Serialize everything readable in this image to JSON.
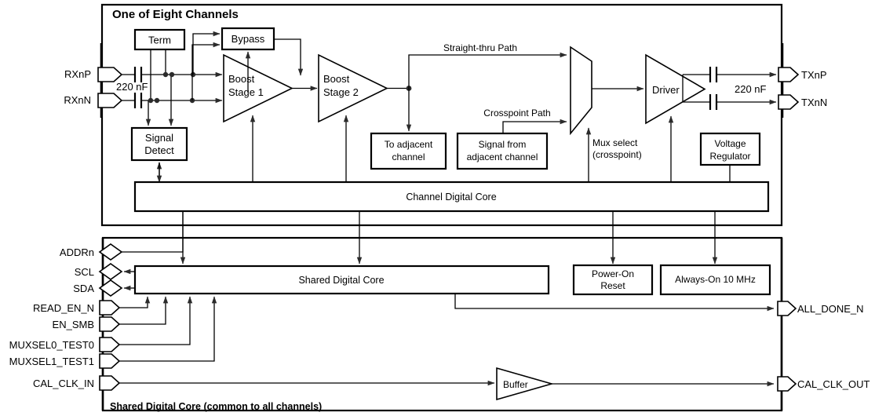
{
  "diagram": {
    "title": "One of Eight Channels",
    "subtitle": "Shared Digital Core (common to all channels)"
  },
  "channel": {
    "blocks": {
      "term": "Term",
      "bypass": "Bypass",
      "signal_detect_l1": "Signal",
      "signal_detect_l2": "Detect",
      "boost1_l1": "Boost",
      "boost1_l2": "Stage 1",
      "boost2_l1": "Boost",
      "boost2_l2": "Stage 2",
      "to_adjacent_l1": "To adjacent",
      "to_adjacent_l2": "channel",
      "signal_from_l1": "Signal from",
      "signal_from_l2": "adjacent channel",
      "driver": "Driver",
      "voltage_reg_l1": "Voltage",
      "voltage_reg_l2": "Regulator",
      "channel_digital_core": "Channel Digital Core"
    },
    "pins": {
      "rxnp": "RXnP",
      "rxnn": "RXnN",
      "txnp": "TXnP",
      "txnn": "TXnN"
    },
    "annotations": {
      "cap_in": "220 nF",
      "cap_out": "220 nF",
      "straight_thru": "Straight-thru Path",
      "crosspoint": "Crosspoint Path",
      "mux_select_l1": "Mux select",
      "mux_select_l2": "(crosspoint)"
    }
  },
  "shared": {
    "blocks": {
      "shared_digital_core": "Shared Digital Core",
      "power_on_reset_l1": "Power-On",
      "power_on_reset_l2": "Reset",
      "always_on": "Always-On 10 MHz",
      "buffer": "Buffer"
    },
    "pins_left": [
      {
        "label": "ADDRn",
        "type": "bidir"
      },
      {
        "label": "SCL",
        "type": "bidir"
      },
      {
        "label": "SDA",
        "type": "bidir"
      },
      {
        "label": "READ_EN_N",
        "type": "in"
      },
      {
        "label": "EN_SMB",
        "type": "in"
      },
      {
        "label": "MUXSEL0_TEST0",
        "type": "in"
      },
      {
        "label": "MUXSEL1_TEST1",
        "type": "in"
      },
      {
        "label": "CAL_CLK_IN",
        "type": "in"
      }
    ],
    "pins_right": [
      {
        "label": "ALL_DONE_N",
        "type": "out"
      },
      {
        "label": "CAL_CLK_OUT",
        "type": "out"
      }
    ]
  },
  "colors": {
    "line": "#000000",
    "fill": "#ffffff",
    "dot": "#2b2b2b"
  }
}
